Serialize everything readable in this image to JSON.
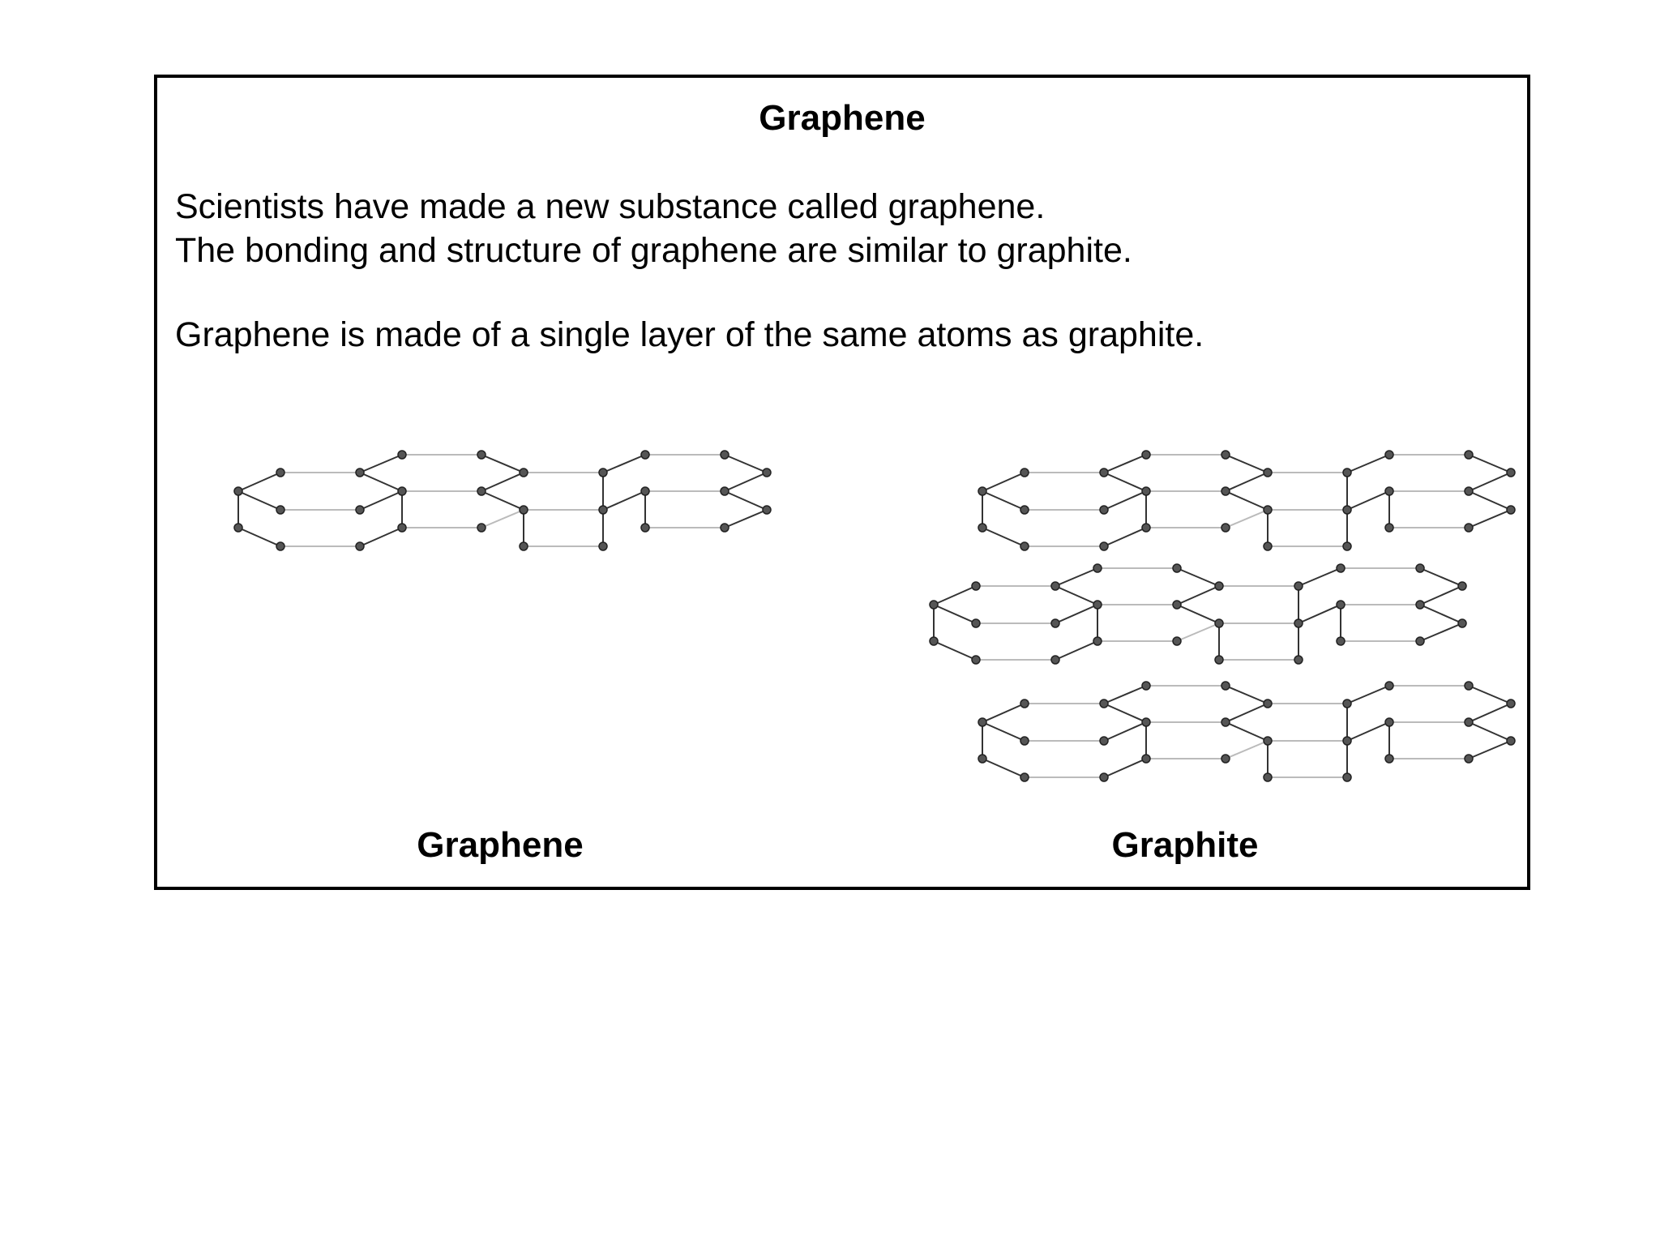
{
  "title": "Graphene",
  "paragraphs": [
    "Scientists have made a new substance called graphene.",
    "The bonding and structure of graphene are similar to graphite.",
    "Graphene is made of a single layer of the same atoms as graphite."
  ],
  "captions": {
    "graphene": "Graphene",
    "graphite": "Graphite"
  },
  "colors": {
    "border": "#000000",
    "bond_dark": "#333333",
    "bond_light": "#bbbbbb",
    "atom": "#555555"
  }
}
